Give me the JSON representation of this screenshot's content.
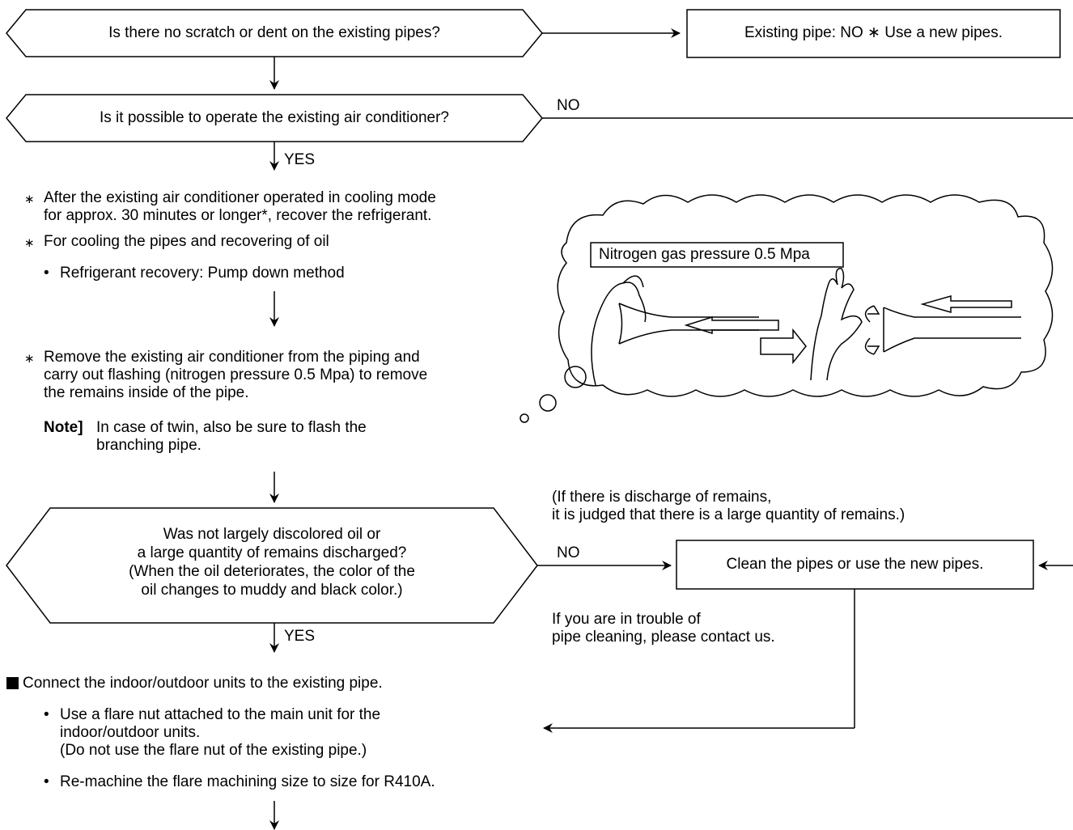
{
  "decision_1": "Is there no scratch or dent on the existing pipes?",
  "result_1": "Existing pipe: NO ∗ Use a new pipes.",
  "decision_2": "Is it possible to operate the existing air conditioner?",
  "no_label_2": "NO",
  "yes_label_2": "YES",
  "step_1": {
    "star": "∗",
    "line1": "After the existing air conditioner operated in cooling mode",
    "line2": "for approx. 30 minutes or longer*, recover the refrigerant."
  },
  "step_2": {
    "star": "∗",
    "line1": "For cooling the pipes and recovering of oil",
    "bullet": "•",
    "sub": "Refrigerant recovery: Pump down method"
  },
  "illustration_label": "Nitrogen gas pressure 0.5 Mpa",
  "step_3": {
    "star": "∗",
    "line1": "Remove the existing air conditioner from the piping and",
    "line2": "carry out flashing (nitrogen pressure 0.5 Mpa) to remove",
    "line3": "the remains inside of the pipe.",
    "note_label": "Note]",
    "note_line1": "In case of twin, also be sure to flash the",
    "note_line2": "branching pipe."
  },
  "judgement_note": {
    "line1": "(If there is discharge of remains,",
    "line2": "it is judged that there is a large quantity of remains.)"
  },
  "decision_3": {
    "line1": "Was not largely discolored oil or",
    "line2": "a large quantity of remains discharged?",
    "line3": "(When the oil deteriorates, the color of the",
    "line4": "oil changes to muddy and black color.)"
  },
  "no_label_3": "NO",
  "yes_label_3": "YES",
  "result_3": "Clean the pipes or use the new pipes.",
  "contact_note": {
    "line1": "If you are in trouble of",
    "line2": "pipe cleaning, please contact us."
  },
  "step_4": {
    "marker": "■",
    "title": "Connect the indoor/outdoor units to the existing pipe.",
    "bullet": "•",
    "b1_line1": "Use a flare nut attached to the main unit for the",
    "b1_line2": "indoor/outdoor units.",
    "b1_line3": "(Do not use the flare nut of the existing pipe.)",
    "b2": "Re-machine the flare machining size to size for R410A."
  }
}
